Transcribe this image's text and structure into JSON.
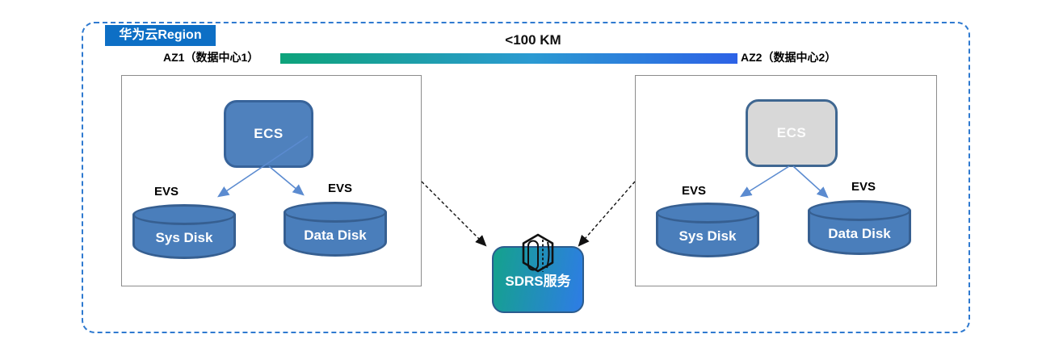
{
  "region": {
    "label": "华为云Region"
  },
  "distance": {
    "label": "<100 KM"
  },
  "az1": {
    "label": "AZ1（数据中心1）",
    "ecs_label": "ECS",
    "evs_left_label": "EVS",
    "evs_right_label": "EVS",
    "sys_disk_label": "Sys Disk",
    "data_disk_label": "Data Disk"
  },
  "az2": {
    "label": "AZ2（数据中心2）",
    "ecs_label": "ECS",
    "evs_left_label": "EVS",
    "evs_right_label": "EVS",
    "sys_disk_label": "Sys Disk",
    "data_disk_label": "Data Disk"
  },
  "sdrs": {
    "label": "SDRS服务",
    "icon": "hexagon-prism-icon"
  },
  "colors": {
    "region_label_bg": "#0d6fc5",
    "boundary_dash": "#2f7ad0",
    "distance_bar_start": "#0da37a",
    "distance_bar_end": "#2d62e6",
    "ecs_active_fill": "#4f81bd",
    "ecs_standby_fill": "#d8d8d8",
    "disk_fill": "#4a7ebb",
    "disk_border": "#365f91",
    "sdrs_gradient_start": "#14a28c",
    "sdrs_gradient_end": "#2e7ce6",
    "arrow_blue": "#5b8bd0",
    "arrow_black": "#111111"
  }
}
